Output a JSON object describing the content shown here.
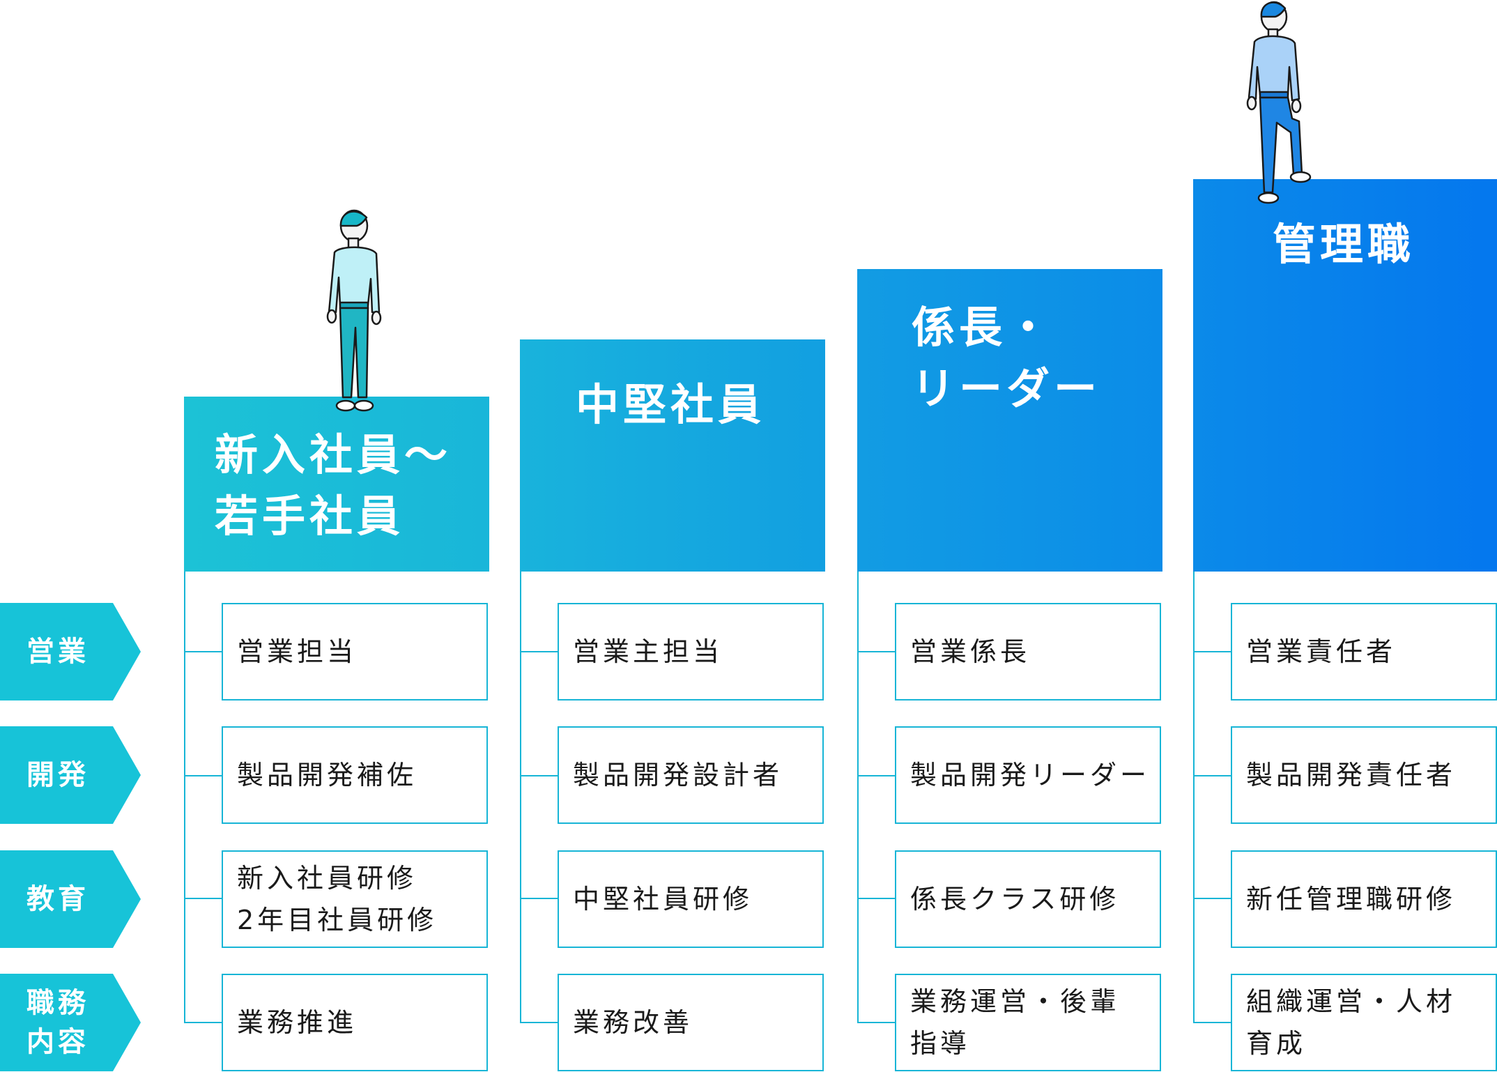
{
  "stages": [
    {
      "title": "新入社員〜\n若手社員"
    },
    {
      "title": "中堅社員"
    },
    {
      "title": "係長・\nリーダー"
    },
    {
      "title": "管理職"
    }
  ],
  "rows": [
    {
      "label": "営業"
    },
    {
      "label": "開発"
    },
    {
      "label": "教育"
    },
    {
      "label": "職務\n内容"
    }
  ],
  "cells": [
    [
      "営業担当",
      "製品開発補佐",
      "新入社員研修\n2年目社員研修",
      "業務推進"
    ],
    [
      "営業主担当",
      "製品開発設計者",
      "中堅社員研修",
      "業務改善"
    ],
    [
      "営業係長",
      "製品開発リーダー",
      "係長クラス研修",
      "業務運営・後輩\n指導"
    ],
    [
      "営業責任者",
      "製品開発責任者",
      "新任管理職研修",
      "組織運営・人材\n育成"
    ]
  ],
  "colors": {
    "stage_gradient": [
      "#1cbfd6",
      "#0a7fe8"
    ],
    "line": "#17b5d6",
    "row_label_bg": "#17c3d8"
  },
  "icons": {
    "person": "person-walking-icon"
  }
}
